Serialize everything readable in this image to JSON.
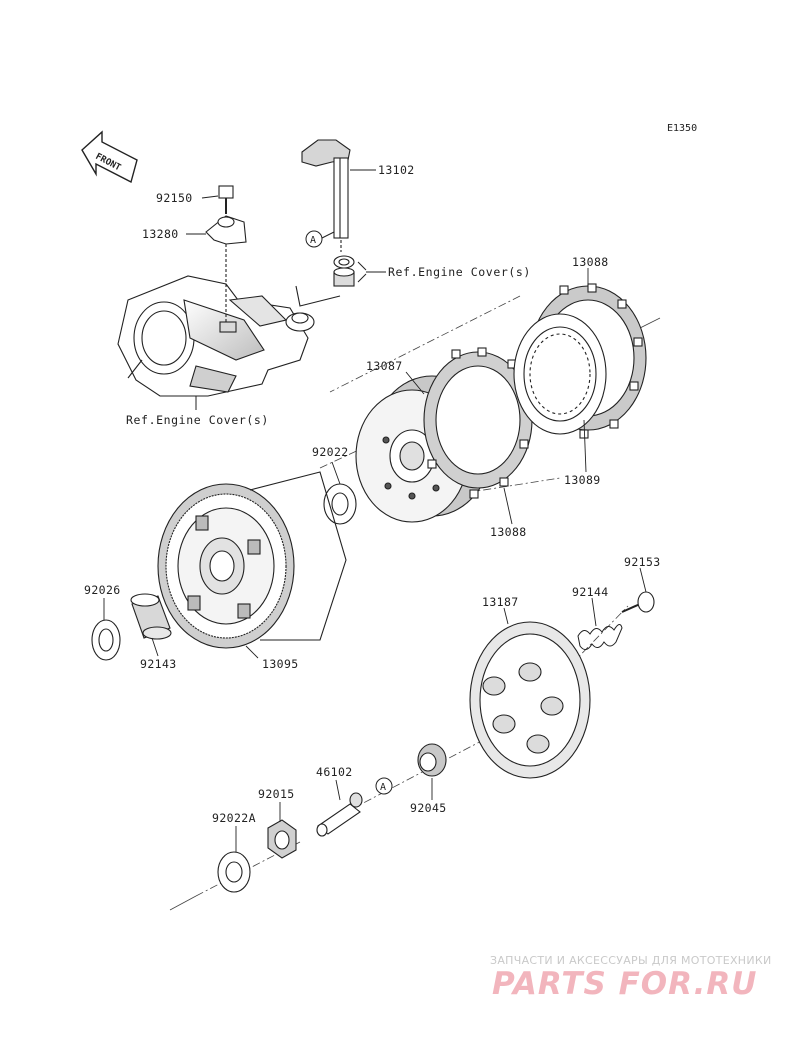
{
  "diagram": {
    "code": "E1350",
    "front_arrow": "FRONT",
    "ref_engine_cover_top": "Ref.Engine Cover(s)",
    "ref_engine_cover_left": "Ref.Engine Cover(s)",
    "connector_marker": "A",
    "parts": {
      "p13102": "13102",
      "p92150": "92150",
      "p13280": "13280",
      "p13088_top": "13088",
      "p13087": "13087",
      "p92022": "92022",
      "p13089": "13089",
      "p13088_bottom": "13088",
      "p92153": "92153",
      "p92144": "92144",
      "p13187": "13187",
      "p92026": "92026",
      "p92143": "92143",
      "p13095": "13095",
      "p46102": "46102",
      "p92015": "92015",
      "p92045": "92045",
      "p92022A": "92022A"
    }
  },
  "watermark": {
    "tagline": "ЗАПЧАСТИ И АКСЕССУАРЫ ДЛЯ МОТОТЕХНИКИ",
    "logo": "PARTS FOR.RU"
  },
  "colors": {
    "line": "#222222",
    "watermark_logo": "#f2b5bd",
    "watermark_text": "#c9c9c9"
  }
}
